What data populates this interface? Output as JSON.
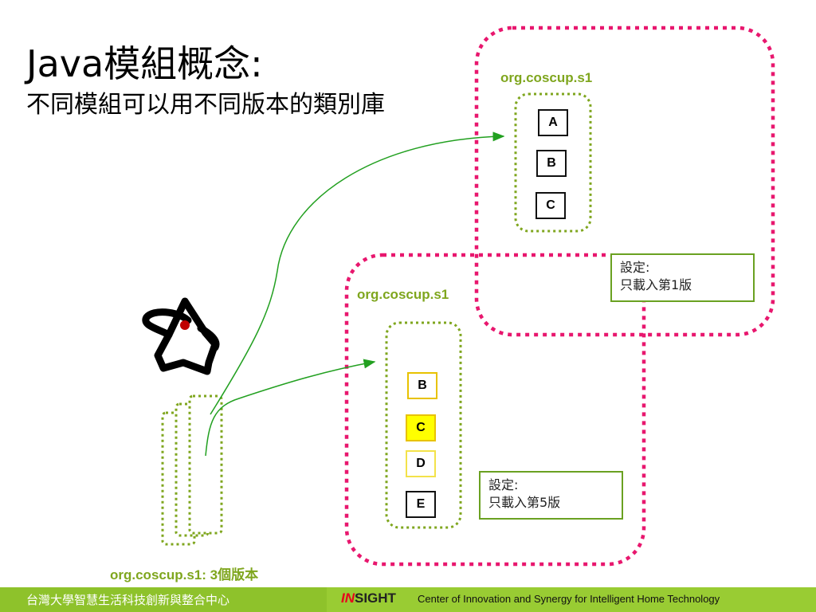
{
  "title": "Java模組概念:",
  "subtitle": "不同模組可以用不同版本的類別庫",
  "module_top": {
    "package": "org.coscup.s1",
    "classes": [
      "A",
      "B",
      "C"
    ],
    "note": [
      "設定:",
      "只載入第1版"
    ]
  },
  "module_bottom": {
    "package": "org.coscup.s1",
    "classes": [
      "B",
      "C",
      "D",
      "E"
    ],
    "note": [
      "設定:",
      "只載入第5版"
    ]
  },
  "library_label": "org.coscup.s1: 3個版本",
  "footer": {
    "left": "台灣大學智慧生活科技創新與整合中心",
    "brand_in": "IN",
    "brand_sight": "SIGHT",
    "right": "Center of Innovation and Synergy for Intelligent Home Technology"
  },
  "colors": {
    "module_border": "#e8176e",
    "package_border": "#7fa61e",
    "footer": "#99cc33",
    "arrow": "#22a020",
    "highlight": "#ffff00"
  },
  "icons": [
    "java-duke-icon"
  ]
}
